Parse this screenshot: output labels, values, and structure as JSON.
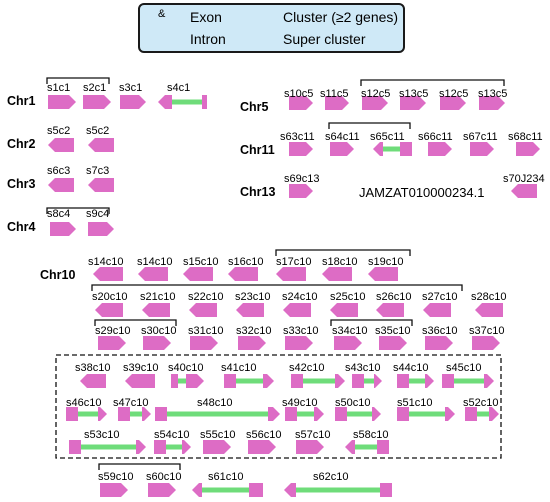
{
  "colors": {
    "exon": "#dd6cc5",
    "intron": "#6fdc7a",
    "legend_bg": "#cfe9f7",
    "line": "#111111"
  },
  "legend": {
    "exon_joiner": "&",
    "exon_label": "Exon",
    "intron_label": "Intron",
    "cluster_label": "Cluster (≥2 genes)",
    "super_cluster_label": "Super cluster"
  },
  "chromosomes": {
    "chr1": "Chr1",
    "chr2": "Chr2",
    "chr3": "Chr3",
    "chr4": "Chr4",
    "chr5": "Chr5",
    "chr11": "Chr11",
    "chr13": "Chr13",
    "chr10": "Chr10"
  },
  "scaffold_label": "JAMZAT010000234.1",
  "genes": {
    "s1c1": "s1c1",
    "s2c1": "s2c1",
    "s3c1": "s3c1",
    "s4c1": "s4c1",
    "s5c2a": "s5c2",
    "s5c2b": "s5c2",
    "s6c3": "s6c3",
    "s7c3": "s7c3",
    "s8c4": "s8c4",
    "s9c4": "s9c4",
    "s10c5": "s10c5",
    "s11c5": "s11c5",
    "s12c5a": "s12c5",
    "s13c5a": "s13c5",
    "s12c5b": "s12c5",
    "s13c5b": "s13c5",
    "s63c11": "s63c11",
    "s64c11": "s64c11",
    "s65c11": "s65c11",
    "s66c11": "s66c11",
    "s67c11": "s67c11",
    "s68c11": "s68c11",
    "s69c13": "s69c13",
    "s70J234": "s70J234",
    "s14c10a": "s14c10",
    "s14c10b": "s14c10",
    "s15c10": "s15c10",
    "s16c10": "s16c10",
    "s17c10": "s17c10",
    "s18c10": "s18c10",
    "s19c10": "s19c10",
    "s20c10": "s20c10",
    "s21c10": "s21c10",
    "s22c10": "s22c10",
    "s23c10": "s23c10",
    "s24c10": "s24c10",
    "s25c10": "s25c10",
    "s26c10": "s26c10",
    "s27c10": "s27c10",
    "s28c10": "s28c10",
    "s29c10": "s29c10",
    "s30c10": "s30c10",
    "s31c10": "s31c10",
    "s32c10": "s32c10",
    "s33c10": "s33c10",
    "s34c10": "s34c10",
    "s35c10": "s35c10",
    "s36c10": "s36c10",
    "s37c10": "s37c10",
    "s38c10": "s38c10",
    "s39c10": "s39c10",
    "s40c10": "s40c10",
    "s41c10": "s41c10",
    "s42c10": "s42c10",
    "s43c10": "s43c10",
    "s44c10": "s44c10",
    "s45c10": "s45c10",
    "s46c10": "s46c10",
    "s47c10": "s47c10",
    "s48c10": "s48c10",
    "s49c10": "s49c10",
    "s50c10": "s50c10",
    "s51c10": "s51c10",
    "s52c10": "s52c10",
    "s53c10": "s53c10",
    "s54c10": "s54c10",
    "s55c10": "s55c10",
    "s56c10": "s56c10",
    "s57c10": "s57c10",
    "s58c10": "s58c10",
    "s59c10": "s59c10",
    "s60c10": "s60c10",
    "s61c10": "s61c10",
    "s62c10": "s62c10"
  }
}
